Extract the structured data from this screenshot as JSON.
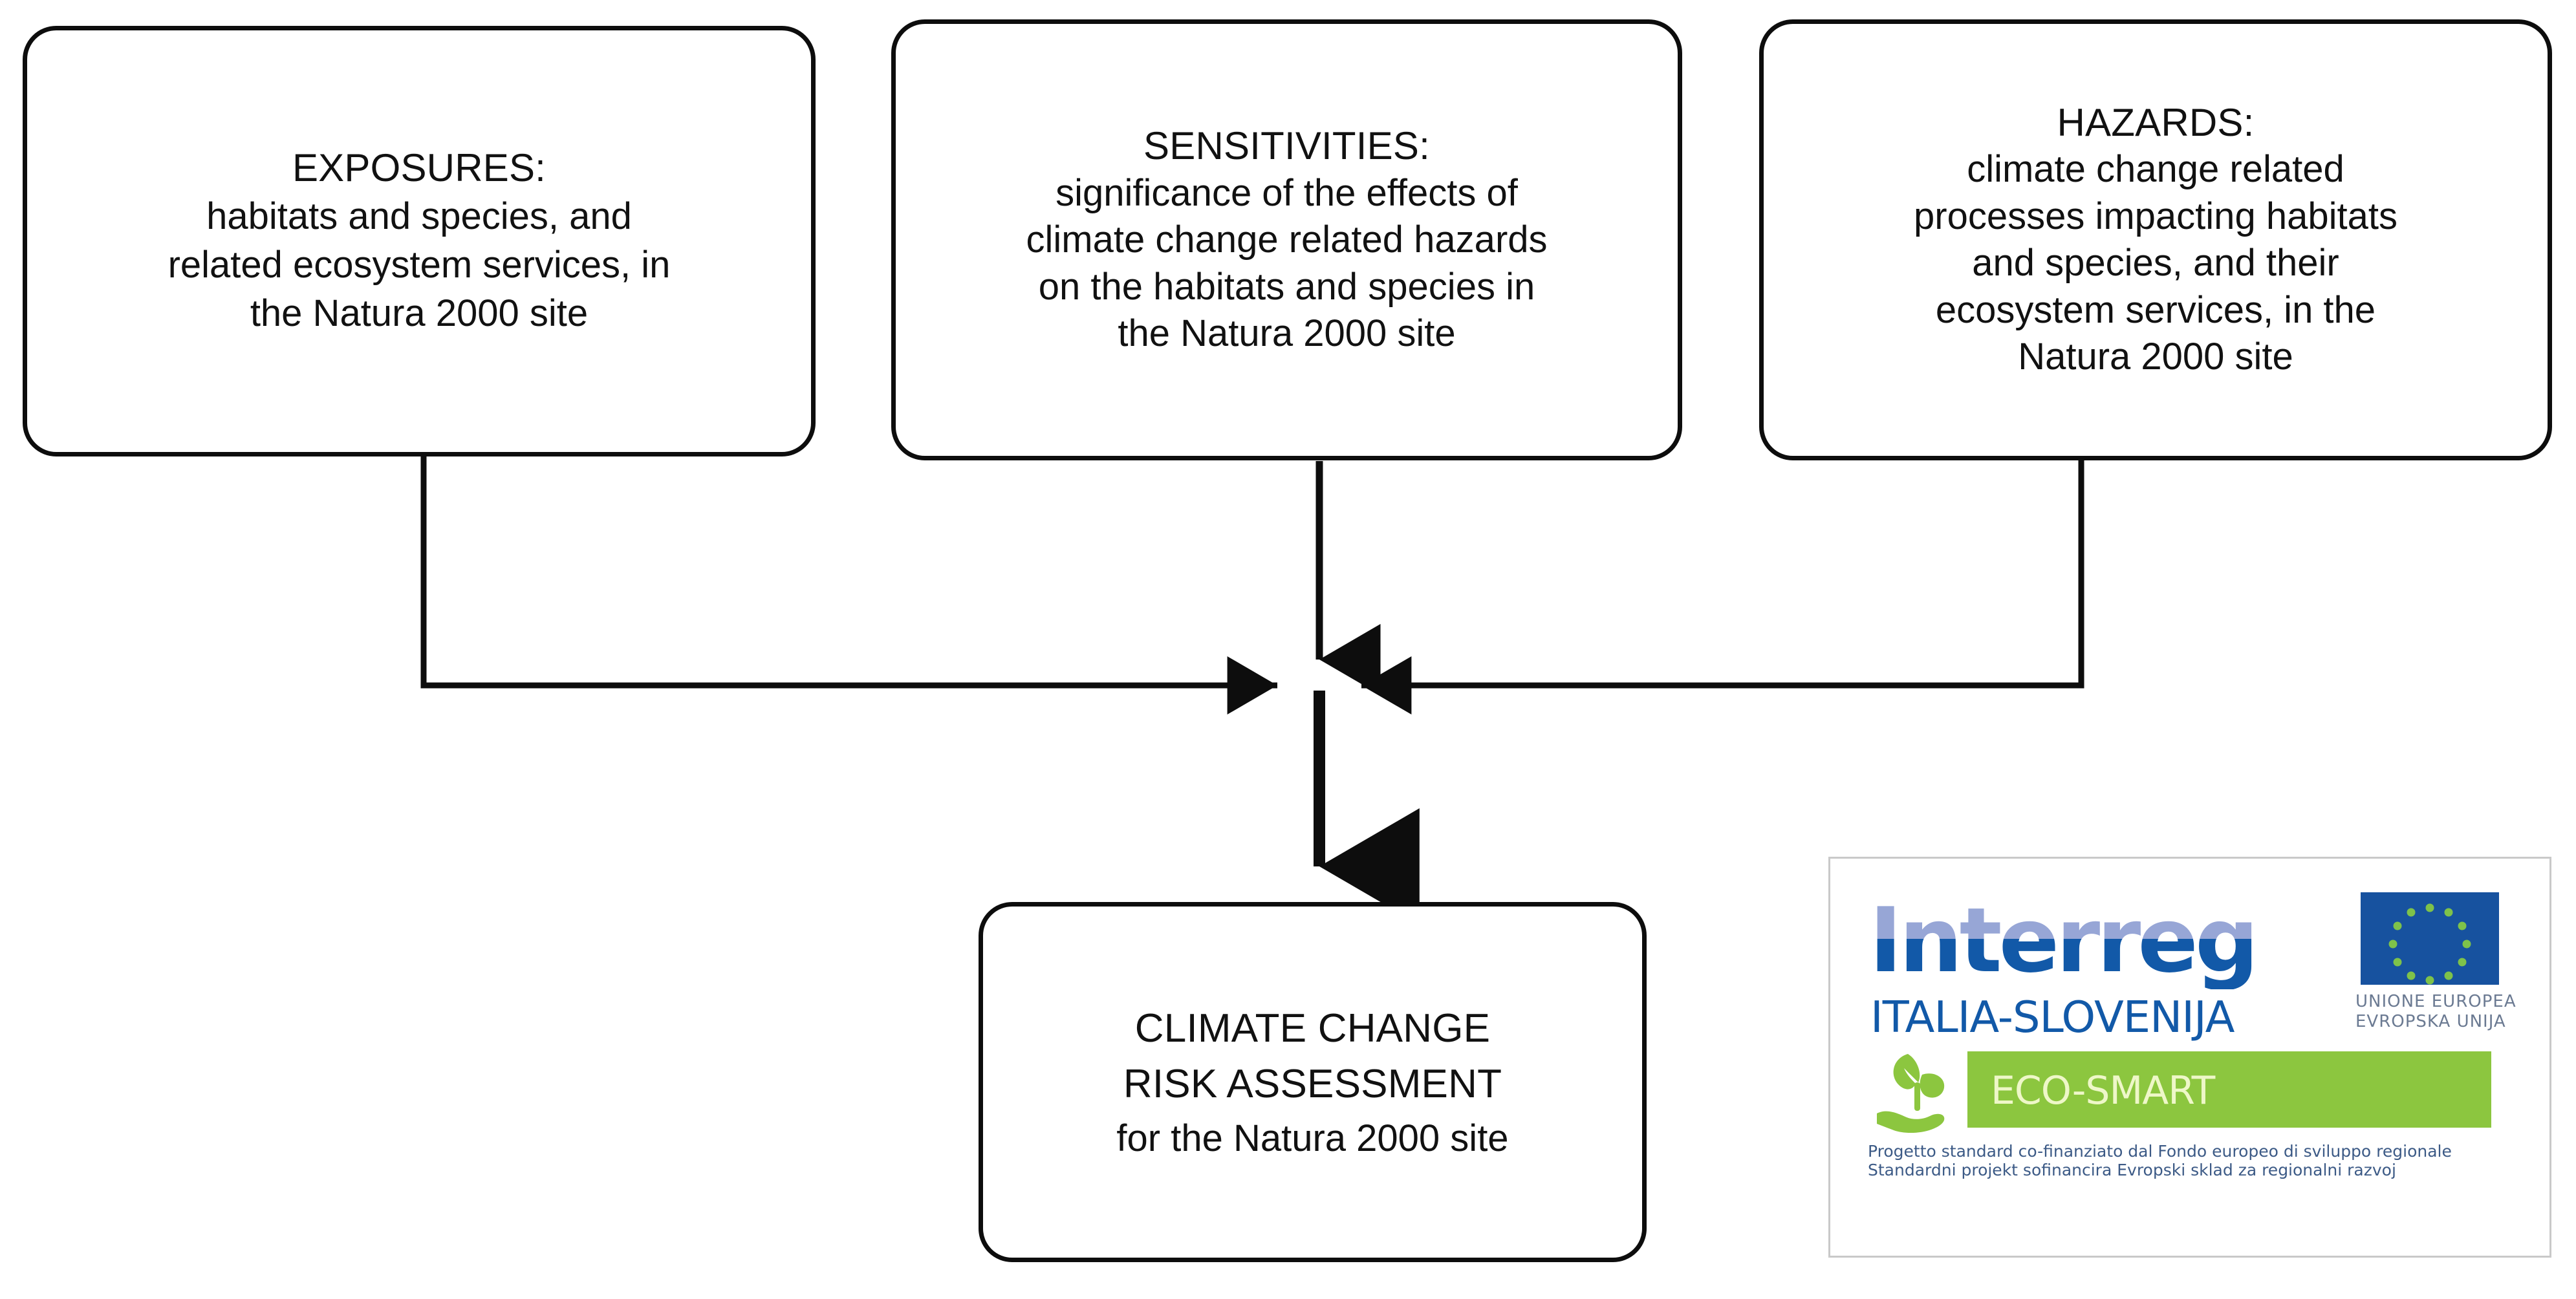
{
  "diagram": {
    "nodes": {
      "exposures": {
        "title": "EXPOSURES:",
        "body": "habitats and species, and\nrelated ecosystem services, in\nthe Natura 2000 site"
      },
      "sensitivities": {
        "title": "SENSITIVITIES:",
        "body": "significance of the effects of\nclimate change related hazards\non the habitats and species in\nthe Natura 2000 site"
      },
      "hazards": {
        "title": "HAZARDS:",
        "body": "climate change related\nprocesses impacting habitats\nand species, and their\necosystem services, in the\nNatura 2000 site"
      },
      "result": {
        "title": "CLIMATE CHANGE\nRISK ASSESSMENT",
        "body": "for the Natura 2000 site"
      }
    },
    "edges": [
      {
        "from": "exposures",
        "to": "result",
        "style": "elbow-right-then-down",
        "arrow": "end"
      },
      {
        "from": "sensitivities",
        "to": "result",
        "style": "straight-down",
        "arrow": "end"
      },
      {
        "from": "hazards",
        "to": "result",
        "style": "elbow-left-then-down",
        "arrow": "end"
      }
    ],
    "line_color": "#0d0d0d",
    "box_fill": "#ffffff"
  },
  "logo": {
    "wordmark": "Interreg",
    "programme": "ITALIA-SLOVENIJA",
    "project": "ECO-SMART",
    "eu_caption": "UNIONE EUROPEA\nEVROPSKA UNIJA",
    "fineprint": "Progetto standard co-finanziato dal Fondo europeo di sviluppo regionale\nStandardni projekt sofinancira Evropski sklad za regionalni razvoj",
    "colors": {
      "wordmark_light": "#97a6d6",
      "wordmark_dark": "#1259a8",
      "eu_flag_blue": "#17529f",
      "eu_star": "#7ec24a",
      "eco_green": "#8cc63f",
      "eco_text": "#eef7c8",
      "fineprint_blue": "#3c5a86",
      "panel_border": "#c9c9c9"
    }
  }
}
